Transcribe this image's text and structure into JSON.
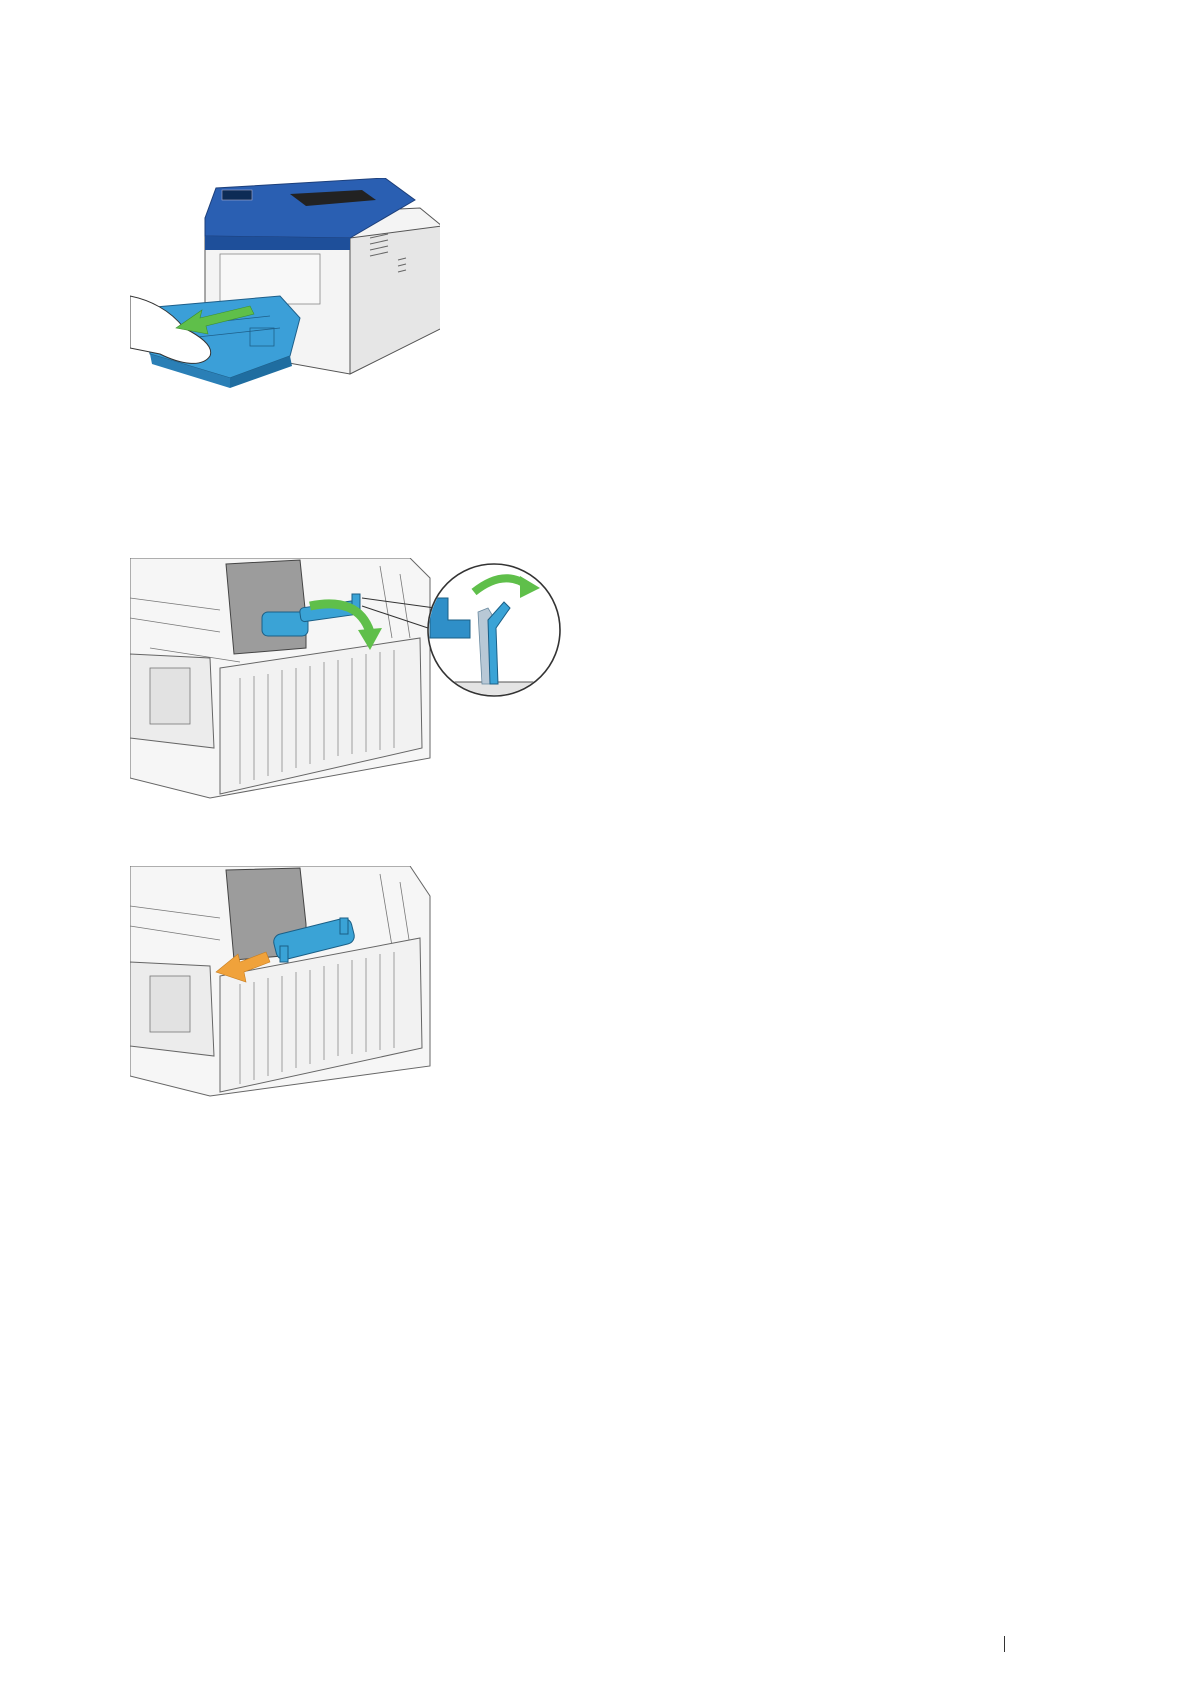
{
  "page": {
    "figures": [
      {
        "icon": "printer-tray-remove-illustration",
        "arrow_color": "#5fbf4a",
        "accent": "#2a6fb8"
      },
      {
        "icon": "retard-roller-cover-open-illustration",
        "arrow_color": "#5fbf4a",
        "accent": "#3aa3d6"
      },
      {
        "icon": "retard-roller-slide-out-illustration",
        "arrow_color": "#f0a23b",
        "accent": "#3aa3d6"
      }
    ]
  }
}
